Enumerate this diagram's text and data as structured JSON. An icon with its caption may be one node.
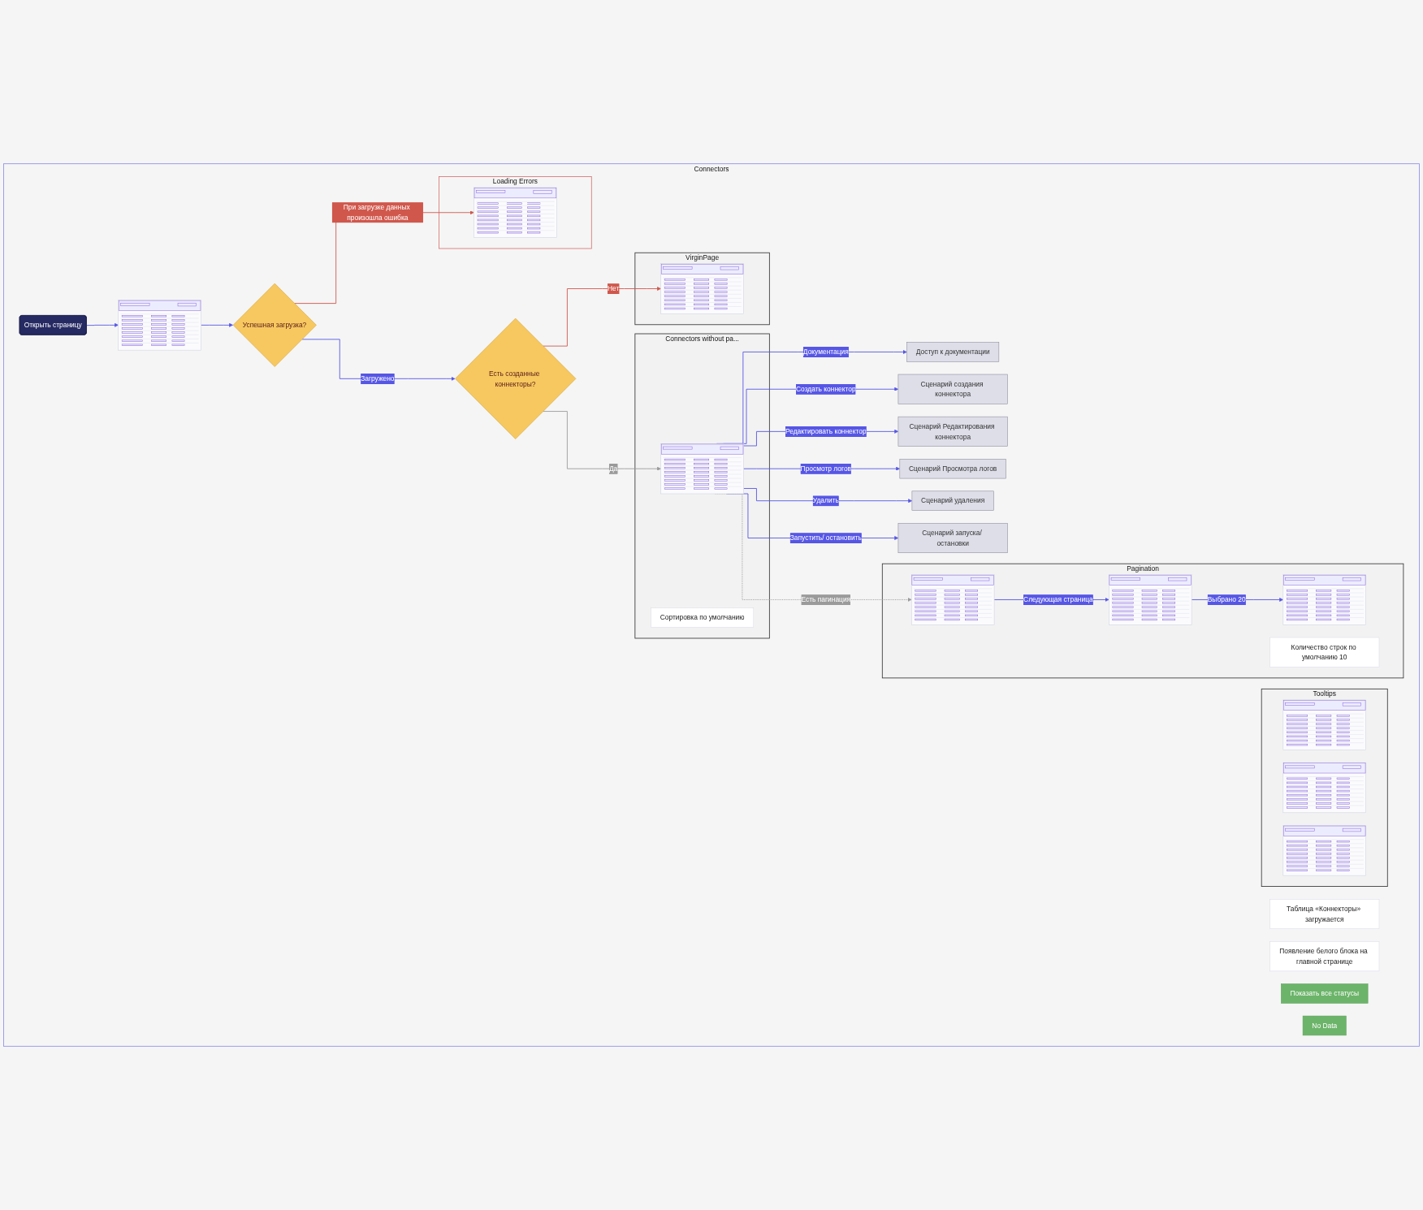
{
  "diagram": {
    "nodes": [
      {
        "text": [
          "Connectors"
        ]
      },
      {
        "text": [
          "Таблица «Коннекторы» загружается"
        ],
        "in": 0
      },
      {
        "text": [
          "Открыть страницу"
        ],
        "in": 0
      },
      {
        "text": [],
        "shape": "picture",
        "in": 0
      },
      {
        "text": [
          "Успешная загрузка?"
        ],
        "in": 0
      },
      {
        "text": [
          "Есть созданные коннекторы?"
        ],
        "in": 0
      },
      {
        "text": [
          "Появление белого блока на главной странице"
        ],
        "in": 0
      },
      {
        "text": [
          "VirginPage"
        ],
        "in": 0
      },
      {
        "text": [],
        "shape": "picture",
        "in": 7
      },
      {
        "text": [
          "Connectors without pa..."
        ],
        "in": 0
      },
      {
        "text": [
          "Сортировка по умолчанию"
        ],
        "in": 9
      },
      {
        "text": [],
        "shape": "picture",
        "in": 9
      },
      {
        "text": [
          "Показать все статусы"
        ],
        "in": 0
      },
      {
        "text": [
          "Доступ к документации"
        ],
        "in": 0
      },
      {
        "text": [
          "Сценарий создания коннектора"
        ],
        "in": 0
      },
      {
        "text": [
          "Сценарий Редактирования коннектора"
        ],
        "in": 0
      },
      {
        "text": [
          "Сценарий Просмотра логов"
        ],
        "in": 0
      },
      {
        "text": [
          "Сценарий удаления"
        ],
        "in": 0
      },
      {
        "text": [
          "Сценарий запуска/ остановки"
        ],
        "in": 0
      },
      {
        "text": [
          "Tooltips"
        ],
        "in": 0
      },
      {
        "text": [],
        "shape": "picture",
        "in": 19
      },
      {
        "text": [],
        "shape": "picture",
        "in": 19
      },
      {
        "text": [],
        "shape": "picture",
        "in": 19
      },
      {
        "text": [
          "Pagination"
        ],
        "in": 0
      },
      {
        "text": [],
        "shape": "picture",
        "in": 23
      },
      {
        "text": [
          "Количество строк по умолчанию 10"
        ],
        "in": 23
      },
      {
        "text": [],
        "shape": "picture",
        "in": 23
      },
      {
        "text": [],
        "shape": "picture",
        "in": 23
      },
      {
        "text": [
          "Loading Errors"
        ],
        "in": 0
      },
      {
        "text": [],
        "shape": "picture",
        "in": 28
      },
      {
        "text": [
          "No Data"
        ],
        "in": 0
      }
    ],
    "edges": [
      {
        "from": 2,
        "to": 3,
        "arrow": "to"
      },
      {
        "from": 3,
        "to": 4,
        "arrow": "to"
      },
      {
        "from": 4,
        "to": 5,
        "arrow": "to",
        "label": "Загружено"
      },
      {
        "from": 5,
        "to": 8,
        "arrow": "to",
        "label": "Нет",
        "color": "#d0574c"
      },
      {
        "from": 5,
        "to": 11,
        "arrow": "to",
        "label": "Да",
        "color": "#9a9a9a"
      },
      {
        "from": 11,
        "to": 13,
        "arrow": "to",
        "label": "Документация"
      },
      {
        "from": 11,
        "to": 14,
        "arrow": "to",
        "label": "Создать коннектор"
      },
      {
        "from": 11,
        "to": 15,
        "arrow": "to",
        "label": "Редактировать коннектор"
      },
      {
        "from": 11,
        "to": 16,
        "arrow": "to",
        "label": "Просмотр логов"
      },
      {
        "from": 11,
        "to": 17,
        "arrow": "to",
        "label": "Удалить"
      },
      {
        "from": 11,
        "to": 18,
        "arrow": "to",
        "label": "Запустить/ остановить"
      },
      {
        "from": 11,
        "to": 24,
        "arrow": "to",
        "label": "Есть пагинация",
        "style": "dashed",
        "color": "#9a9a9a"
      },
      {
        "from": 24,
        "to": 26,
        "arrow": "to",
        "label": "Следующая страница"
      },
      {
        "from": 26,
        "to": 27,
        "arrow": "to",
        "label": "Выбрано 20"
      },
      {
        "from": 4,
        "to": 29,
        "arrow": "to",
        "label": "При загрузке данных произошла ошибка",
        "color": "#d0574c"
      }
    ]
  }
}
